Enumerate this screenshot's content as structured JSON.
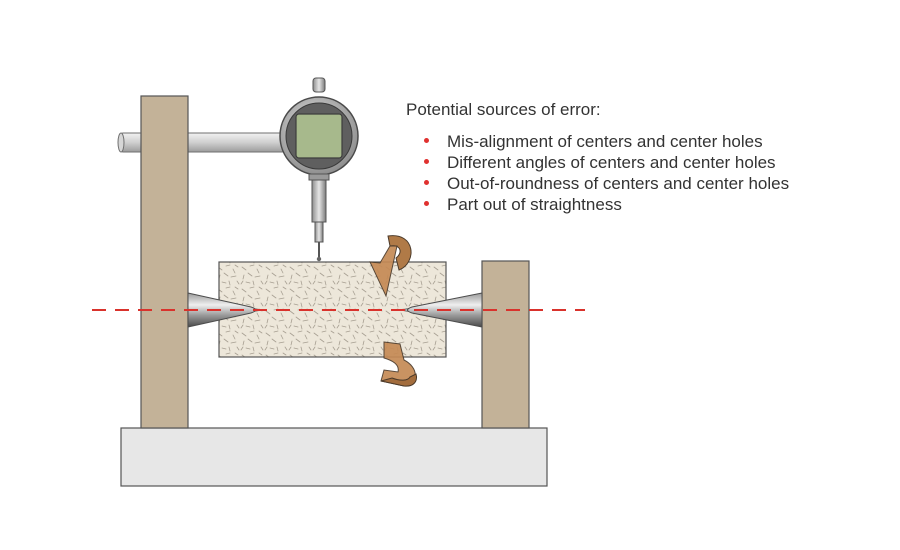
{
  "heading": "Potential sources of error:",
  "error_sources": [
    "Mis-alignment of centers and center holes",
    "Different angles of centers and center holes",
    "Out-of-roundness of centers and center holes",
    "Part out of straightness"
  ],
  "colors": {
    "bullet": "#e0312f",
    "centerline": "#d9322c",
    "post": "#c3b298",
    "base": "#e7e7e7",
    "part": "#ede7da",
    "rotation_arrow": "#c58a55",
    "gauge_screen": "#a7b98c"
  },
  "icons": {
    "gauge": "dial-indicator-icon",
    "rotation": "rotation-arrow-icon"
  }
}
